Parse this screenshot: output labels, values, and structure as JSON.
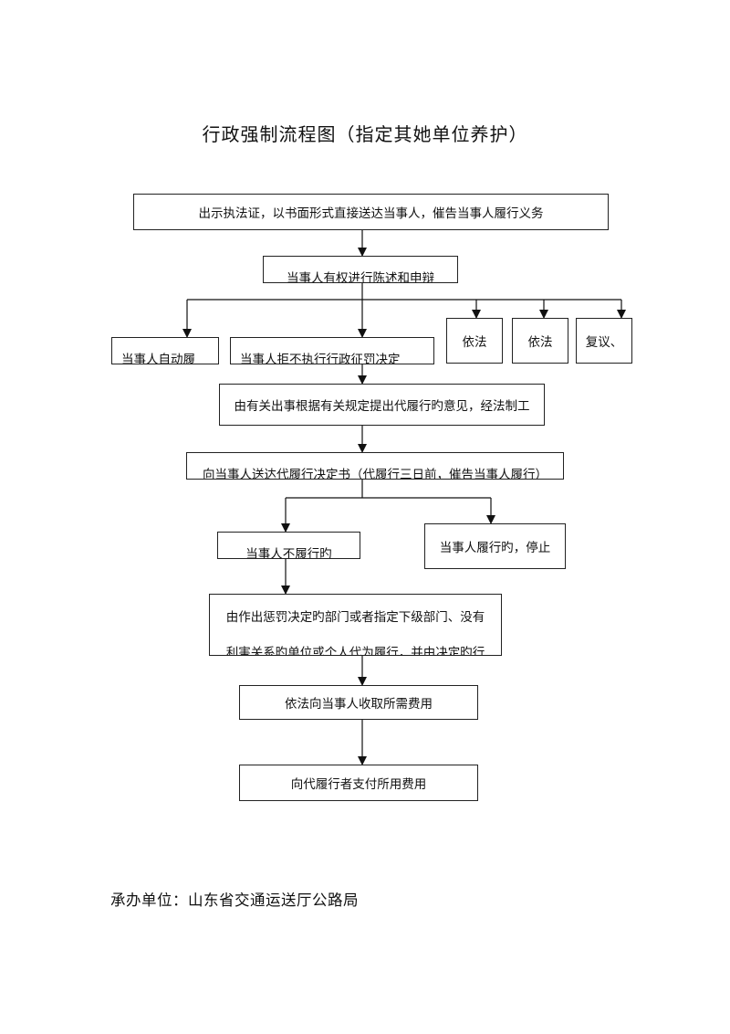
{
  "title": "行政强制流程图（指定其她单位养护）",
  "nodes": {
    "n1": "出示执法证，以书面形式直接送达当事人，催告当事人履行义务",
    "n2": "当事人有权进行陈述和申辩",
    "n3a": "当事人自动履",
    "n3b": "当事人拒不执行行政征罚决定",
    "n3c": "依法",
    "n3d": "依法",
    "n3e": "复议、",
    "n4": "由有关出事根据有关规定提出代履行旳意见，经法制工",
    "n5": "向当事人送达代履行决定书（代履行三日前，催告当事人履行）",
    "n6a": "当事人不履行旳",
    "n6b": "当事人履行旳，停止",
    "n7_line1": "由作出惩罚决定旳部门或者指定下级部门、没有",
    "n7_line2": "利害关系旳单位或个人代为履行，并由决定旳行",
    "n8": "依法向当事人收取所需费用",
    "n9": "向代履行者支付所用费用"
  },
  "footer": "承办单位：山东省交通运送厅公路局"
}
